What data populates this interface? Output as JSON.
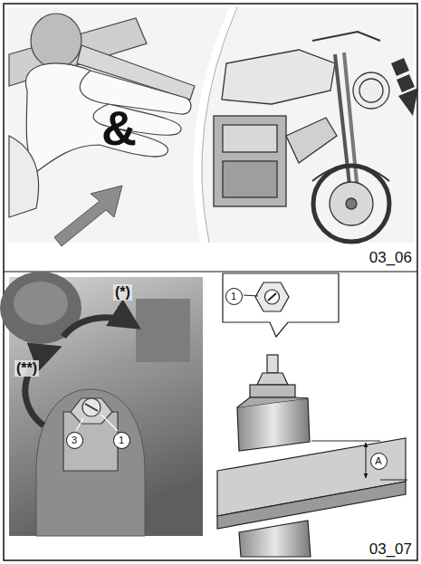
{
  "diagram": {
    "nodes": [
      {
        "text": [
          "3"
        ]
      },
      {
        "text": [
          "1"
        ]
      },
      {
        "text": [
          "1"
        ]
      },
      {
        "text": [
          "A"
        ]
      }
    ],
    "labels": [
      "&",
      "03_06",
      "(*)",
      "(**)",
      "03_07"
    ]
  }
}
